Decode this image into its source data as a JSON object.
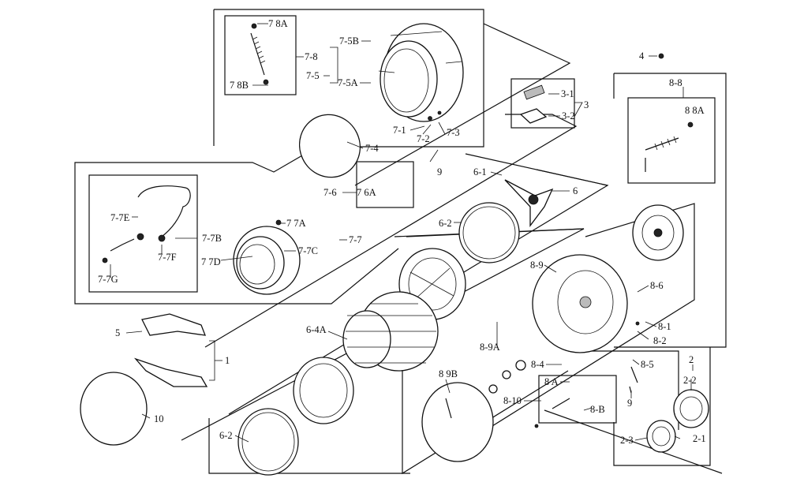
{
  "labels": {
    "l78A": "7 8A",
    "l78": "7-8",
    "l78B": "7 8B",
    "l75B": "7-5B",
    "l75": "7-5",
    "l75A": "7-5A",
    "l71": "7-1",
    "l72": "7-2",
    "l73": "7-3",
    "l9a": "9",
    "l74": "7-4",
    "l76": "7-6",
    "l76A": "7 6A",
    "l77E": "7-7E",
    "l77A": "7 7A",
    "l77B": "7-7B",
    "l77": "7-7",
    "l77F": "7-7F",
    "l77D": "7 7D",
    "l77C": "7-7C",
    "l77G": "7-7G",
    "l4": "4",
    "l88": "8-8",
    "l88A": "8 8A",
    "l31": "3-1",
    "l3": "3",
    "l32": "3-2",
    "l61": "6-1",
    "l6": "6",
    "l62a": "6-2",
    "l89": "8-9",
    "l86": "8-6",
    "l81": "8-1",
    "l82": "8-2",
    "l5": "5",
    "l1": "1",
    "l64A": "6-4A",
    "l89A": "8-9A",
    "l84": "8-4",
    "l85": "8-5",
    "l89B": "8 9B",
    "l8A": "8 A",
    "l810": "8-10",
    "l8B": "8-B",
    "l9b": "9",
    "l2": "2",
    "l22": "2-2",
    "l10": "10",
    "l62b": "6-2",
    "l23": "2-3",
    "l21": "2-1"
  }
}
